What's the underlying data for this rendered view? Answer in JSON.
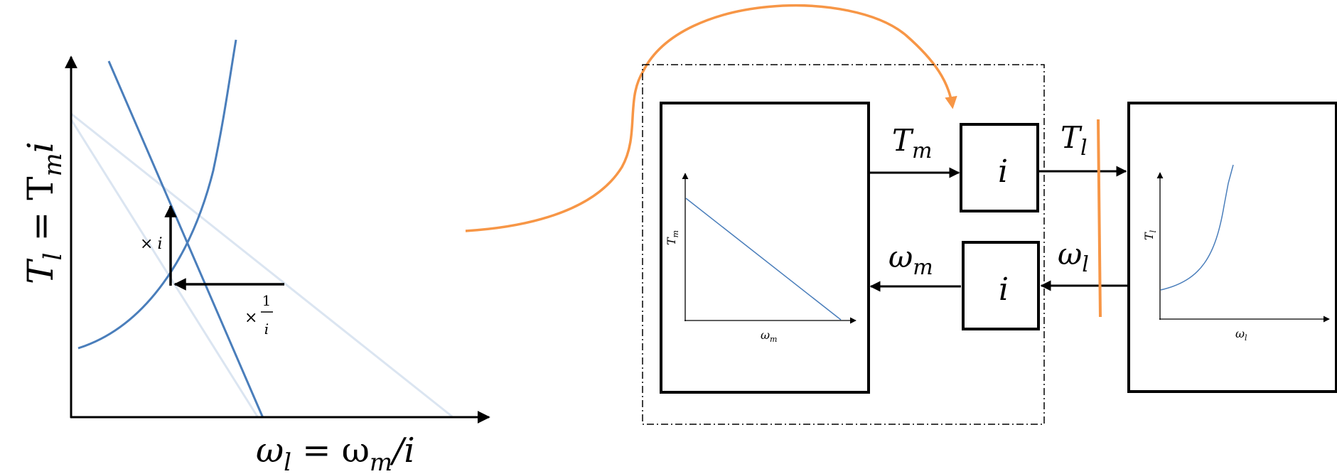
{
  "left_plot": {
    "y_axis_label": {
      "base": "T",
      "sub": "l",
      "rest": " = T",
      "sub2": "m",
      "tail": "i"
    },
    "x_axis_label": {
      "base": "ω",
      "sub": "l",
      "rest": " = ω",
      "sub2": "m",
      "tail": "/i"
    },
    "times_i": {
      "sym": "×",
      "var": "i"
    },
    "times_one_over_i": {
      "sym": "×",
      "num": "1",
      "den": "i"
    },
    "colors": {
      "curve": "#4a7ebb",
      "faded": "#dbe5f1",
      "axis": "#000000"
    }
  },
  "connector": {
    "color": "#f79646"
  },
  "motor_group": {
    "motor_block": {
      "y_label": {
        "base": "T",
        "sub": "m"
      },
      "x_label": {
        "base": "ω",
        "sub": "m"
      }
    },
    "gear_top": {
      "label": "i"
    },
    "gear_bottom": {
      "label": "i"
    },
    "torque_signal": {
      "base": "T",
      "sub": "m"
    },
    "speed_signal": {
      "base": "ω",
      "sub": "m"
    }
  },
  "load_side": {
    "torque_signal": {
      "base": "T",
      "sub": "l"
    },
    "speed_signal": {
      "base": "ω",
      "sub": "l"
    },
    "load_block": {
      "y_label": {
        "base": "T",
        "sub": "l"
      },
      "x_label": {
        "base": "ω",
        "sub": "l"
      }
    }
  }
}
